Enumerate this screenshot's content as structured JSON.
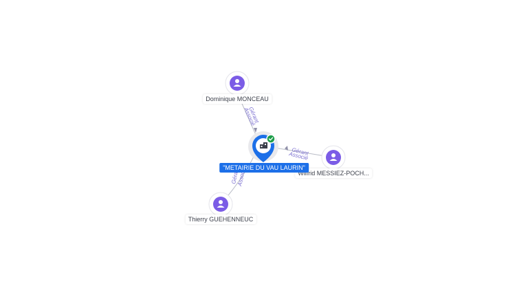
{
  "company": {
    "name": "\"METAIRIE DU VAU LAURIN\"",
    "icon": "building-icon",
    "status_icon": "check-icon",
    "pin_color": "#1c6fe8",
    "status_color": "#1e9e4a"
  },
  "persons": [
    {
      "id": "p1",
      "name": "Dominique MONCEAU",
      "icon": "person-icon"
    },
    {
      "id": "p2",
      "name": "Wilfrid MESSIEZ-POCH...",
      "icon": "person-icon"
    },
    {
      "id": "p3",
      "name": "Thierry GUEHENNEUC",
      "icon": "person-icon"
    }
  ],
  "edges": [
    {
      "from": "p1",
      "to": "company",
      "roles": [
        "Gérant",
        "Associé"
      ]
    },
    {
      "from": "p2",
      "to": "company",
      "roles": [
        "Gérant",
        "Associé"
      ]
    },
    {
      "from": "p3",
      "to": "company",
      "roles": [
        "Gérant",
        "Associé"
      ]
    }
  ],
  "colors": {
    "person_fill": "#7b5ce6",
    "edge_label": "#7b6fd0",
    "edge_line": "#b9bcc6"
  }
}
